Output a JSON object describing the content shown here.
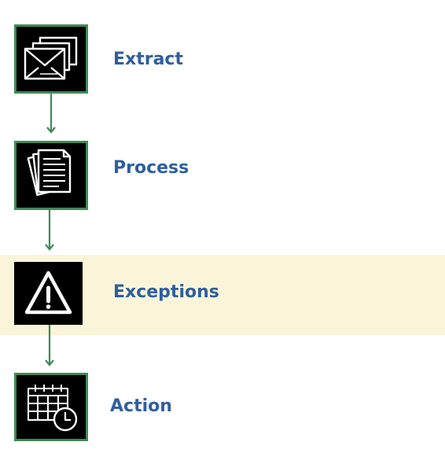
{
  "colors": {
    "accent_green": "#3f8a55",
    "label_blue": "#2f5f9e",
    "highlight_band": "#faf5d9",
    "icon_bg": "#000000",
    "icon_fg": "#ffffff"
  },
  "steps": [
    {
      "label": "Extract",
      "icon": "envelopes-icon",
      "highlighted": false
    },
    {
      "label": "Process",
      "icon": "documents-icon",
      "highlighted": false
    },
    {
      "label": "Exceptions",
      "icon": "warning-icon",
      "highlighted": true
    },
    {
      "label": "Action",
      "icon": "calendar-clock-icon",
      "highlighted": false
    }
  ]
}
